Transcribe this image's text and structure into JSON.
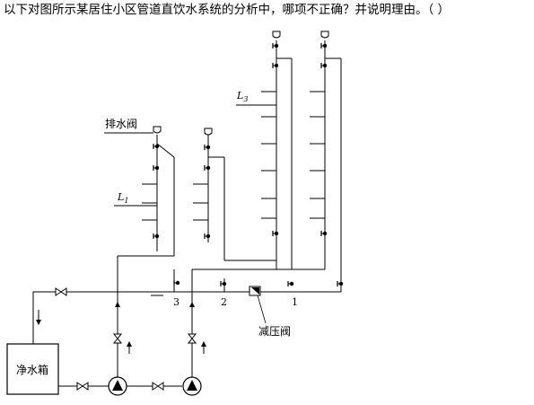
{
  "question": "以下对图所示某居住小区管道直饮水系统的分析中，哪项不正确？并说明理由。（    ）",
  "labels": {
    "drain_valve": "排水阀",
    "pressure_reducing_valve": "减压阀",
    "water_tank": "净水箱",
    "l1_main": "L",
    "l1_sub": "1",
    "l3_main": "L",
    "l3_sub": "3",
    "node_1": "1",
    "node_2": "2",
    "node_3": "3"
  }
}
